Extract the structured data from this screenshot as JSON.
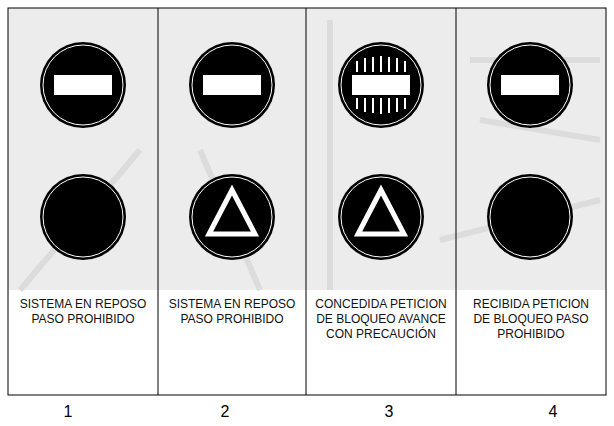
{
  "diagram": {
    "nodes": [
      {
        "text": [
          "SISTEMA EN REPOSO PASO PROHIBIDO"
        ]
      },
      {
        "text": [
          "SISTEMA EN REPOSO PASO PROHIBIDO"
        ]
      },
      {
        "text": [
          "CONCEDIDA PETICION DE BLOQUEO AVANCE CON PRECAUCIÓN"
        ]
      },
      {
        "text": [
          "RECIBIDA PETICION DE BLOQUEO PASO PROHIBIDO"
        ]
      }
    ],
    "labels": [
      "1",
      "2",
      "3",
      "4"
    ]
  }
}
